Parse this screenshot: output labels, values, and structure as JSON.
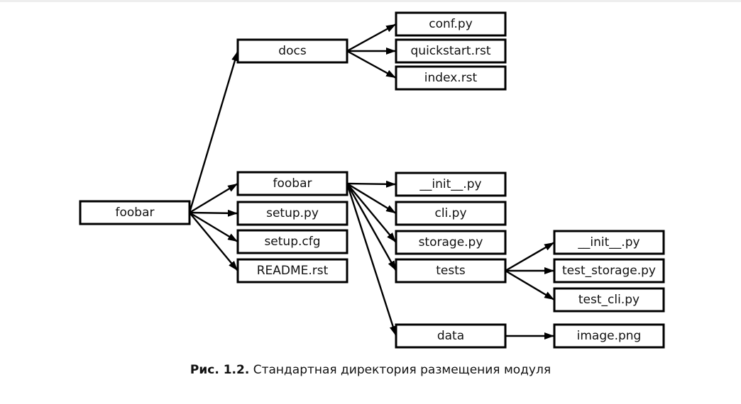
{
  "diagram": {
    "title": "Standard module layout directory tree",
    "nodes": [
      {
        "id": "root",
        "label": "foobar"
      },
      {
        "id": "docs",
        "label": "docs"
      },
      {
        "id": "pkg",
        "label": "foobar"
      },
      {
        "id": "setup_py",
        "label": "setup.py"
      },
      {
        "id": "setup_cfg",
        "label": "setup.cfg"
      },
      {
        "id": "readme",
        "label": "README.rst"
      },
      {
        "id": "conf",
        "label": "conf.py"
      },
      {
        "id": "quickstart",
        "label": "quickstart.rst"
      },
      {
        "id": "index",
        "label": "index.rst"
      },
      {
        "id": "pkg_init",
        "label": "__init__.py"
      },
      {
        "id": "cli",
        "label": "cli.py"
      },
      {
        "id": "storage",
        "label": "storage.py"
      },
      {
        "id": "tests",
        "label": "tests"
      },
      {
        "id": "data",
        "label": "data"
      },
      {
        "id": "tests_init",
        "label": "__init__.py"
      },
      {
        "id": "test_storage",
        "label": "test_storage.py"
      },
      {
        "id": "test_cli",
        "label": "test_cli.py"
      },
      {
        "id": "image",
        "label": "image.png"
      }
    ],
    "edges": [
      {
        "from": "root",
        "to": "docs"
      },
      {
        "from": "root",
        "to": "pkg"
      },
      {
        "from": "root",
        "to": "setup_py"
      },
      {
        "from": "root",
        "to": "setup_cfg"
      },
      {
        "from": "root",
        "to": "readme"
      },
      {
        "from": "docs",
        "to": "conf"
      },
      {
        "from": "docs",
        "to": "quickstart"
      },
      {
        "from": "docs",
        "to": "index"
      },
      {
        "from": "pkg",
        "to": "pkg_init"
      },
      {
        "from": "pkg",
        "to": "cli"
      },
      {
        "from": "pkg",
        "to": "storage"
      },
      {
        "from": "pkg",
        "to": "tests"
      },
      {
        "from": "pkg",
        "to": "data"
      },
      {
        "from": "tests",
        "to": "tests_init"
      },
      {
        "from": "tests",
        "to": "test_storage"
      },
      {
        "from": "tests",
        "to": "test_cli"
      },
      {
        "from": "data",
        "to": "image"
      }
    ]
  },
  "caption": {
    "label": "Рис. 1.2.",
    "text": "Стандартная директория размещения модуля"
  }
}
